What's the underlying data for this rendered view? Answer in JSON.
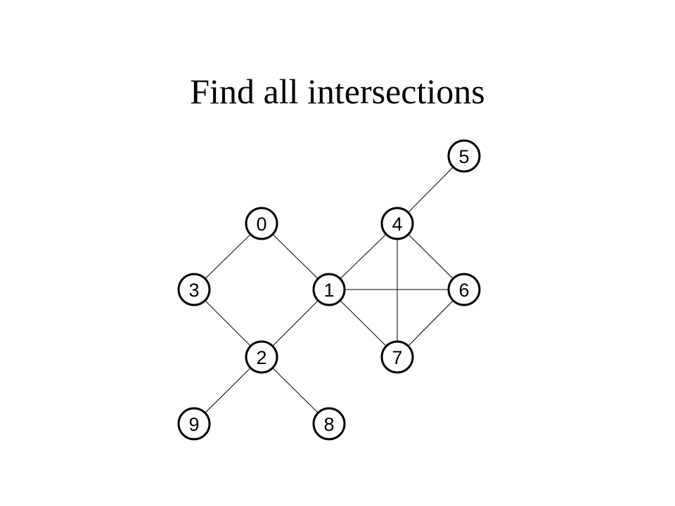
{
  "slide": {
    "title": "Find all intersections"
  },
  "graph": {
    "nodes": [
      {
        "id": "0",
        "label": "0"
      },
      {
        "id": "1",
        "label": "1"
      },
      {
        "id": "2",
        "label": "2"
      },
      {
        "id": "3",
        "label": "3"
      },
      {
        "id": "4",
        "label": "4"
      },
      {
        "id": "5",
        "label": "5"
      },
      {
        "id": "6",
        "label": "6"
      },
      {
        "id": "7",
        "label": "7"
      },
      {
        "id": "8",
        "label": "8"
      },
      {
        "id": "9",
        "label": "9"
      }
    ],
    "edges": [
      [
        "0",
        "3"
      ],
      [
        "0",
        "1"
      ],
      [
        "3",
        "2"
      ],
      [
        "1",
        "2"
      ],
      [
        "2",
        "9"
      ],
      [
        "2",
        "8"
      ],
      [
        "1",
        "4"
      ],
      [
        "1",
        "6"
      ],
      [
        "1",
        "7"
      ],
      [
        "4",
        "5"
      ],
      [
        "4",
        "6"
      ],
      [
        "4",
        "7"
      ],
      [
        "6",
        "7"
      ]
    ],
    "colors": {
      "stroke": "#000000",
      "fill": "#ffffff",
      "background": "#ffffff"
    }
  }
}
